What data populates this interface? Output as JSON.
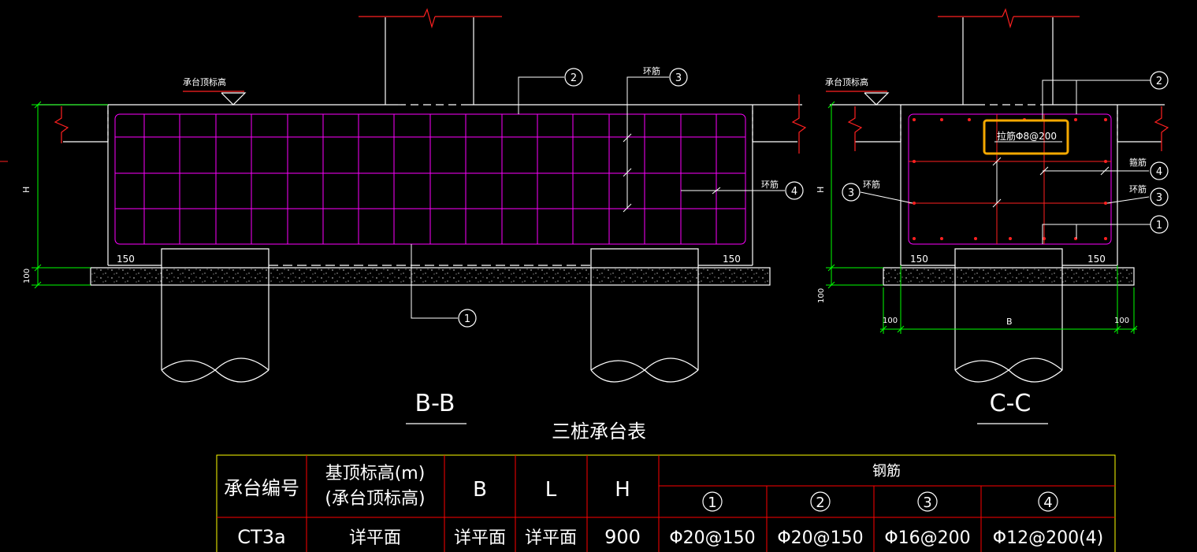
{
  "section_bb": {
    "title": "B-B",
    "labels": {
      "cap_top_elev": "承台顶标高",
      "ring_bar": "环筋",
      "ring_bar_2": "环筋",
      "dim_h": "H",
      "dim_100": "100",
      "dim_150_left": "150",
      "dim_150_right": "150"
    },
    "callouts": [
      "1",
      "2",
      "3",
      "4"
    ]
  },
  "section_cc": {
    "title": "C-C",
    "labels": {
      "cap_top_elev": "承台顶标高",
      "tie_bar": "拉筋Φ8@200",
      "stirrup": "箍筋",
      "ring_bar_left": "环筋",
      "ring_bar_right": "环筋",
      "dim_h": "H",
      "dim_100_v": "100",
      "dim_150_left": "150",
      "dim_150_right": "150",
      "dim_100_left": "100",
      "dim_b": "B",
      "dim_100_right": "100"
    },
    "callouts": [
      "1",
      "2",
      "3",
      "3",
      "4"
    ]
  },
  "table": {
    "title": "三桩承台表",
    "headers": {
      "cap_no": "承台编号",
      "elev_line1": "基顶标高(m)",
      "elev_line2": "(承台顶标高)",
      "b": "B",
      "l": "L",
      "h": "H",
      "rebar": "钢筋",
      "r1": "1",
      "r2": "2",
      "r3": "3",
      "r4": "4"
    },
    "rows": [
      {
        "cap_no": "CT3a",
        "elev": "详平面",
        "b": "详平面",
        "l": "详平面",
        "h": "900",
        "r1": "Φ20@150",
        "r2": "Φ20@150",
        "r3": "Φ16@200",
        "r4": "Φ12@200(4)"
      }
    ]
  },
  "colors": {
    "background": "#000000",
    "line_white": "#ffffff",
    "rebar_magenta": "#ff00ff",
    "rebar_red": "#ff2020",
    "dimension_green": "#00ff00",
    "table_yellow": "#ffff00",
    "table_red": "#ff0000",
    "highlight_orange": "#f5a800"
  }
}
